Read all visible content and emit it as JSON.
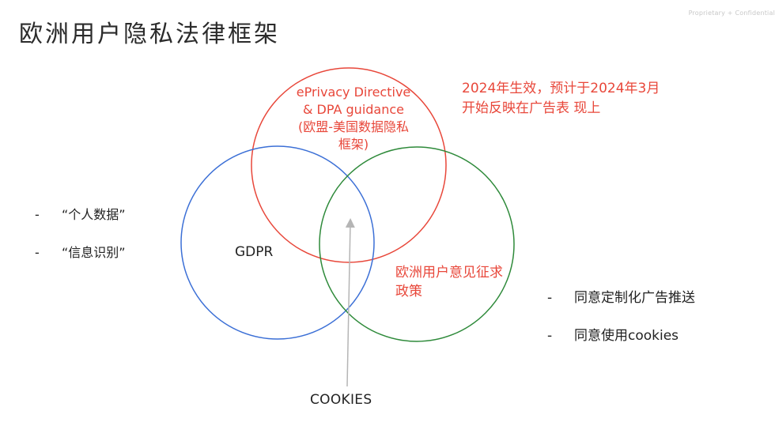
{
  "title": "欧洲用户隐私法律框架",
  "corner_note": "Proprietary + Confidential",
  "circles": {
    "red": {
      "color": "#e8473a",
      "lines": [
        "ePrivacy Directive",
        "& DPA guidance",
        "(欧盟-美国数据隐私",
        "框架)"
      ]
    },
    "blue": {
      "color": "#3b6fd6",
      "label": "GDPR"
    },
    "green": {
      "color": "#2e8a3a",
      "label": "欧洲用户意见征求政策"
    }
  },
  "note": {
    "lines": [
      "2024年生效，预计于2024年3月",
      "开始反映在广告表 现上"
    ]
  },
  "left_bullets": [
    {
      "dash": "-",
      "text": "“个人数据”"
    },
    {
      "dash": "-",
      "text": "“信息识别”"
    }
  ],
  "right_bullets": [
    {
      "dash": "-",
      "text": "同意定制化广告推送"
    },
    {
      "dash": "-",
      "text": "同意使用cookies"
    }
  ],
  "cookies_label": "COOKIES",
  "arrow_color": "#b5b5b5"
}
